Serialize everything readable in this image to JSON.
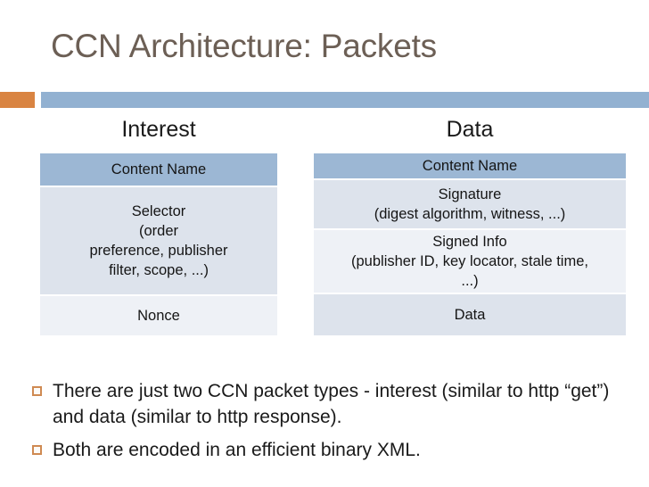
{
  "slide": {
    "title": "CCN Architecture: Packets",
    "accent_orange": "#d98442",
    "accent_blue": "#92b1d1",
    "title_color": "#6c5f55",
    "background": "#ffffff"
  },
  "columns": {
    "interest_caption": "Interest",
    "data_caption": "Data"
  },
  "interest_packet": {
    "caption": "Interest",
    "rows": [
      {
        "label": "Content Name",
        "tone": "header"
      },
      {
        "label": "Selector\n(order\npreference, publisher\nfilter, scope, ...)",
        "tone": "mid"
      },
      {
        "label": "Nonce",
        "tone": "light"
      }
    ]
  },
  "data_packet": {
    "caption": "Data",
    "rows": [
      {
        "label": "Content Name",
        "tone": "header"
      },
      {
        "label": "Signature\n(digest algorithm, witness, ...)",
        "tone": "mid"
      },
      {
        "label": "Signed Info\n(publisher ID, key locator, stale time,\n...)",
        "tone": "light"
      },
      {
        "label": "Data",
        "tone": "mid"
      }
    ]
  },
  "table_colors": {
    "header": "#9cb7d4",
    "mid": "#dde3ec",
    "light": "#eef1f6",
    "gap": "#ffffff"
  },
  "bullets": {
    "marker_color": "#cf8a52",
    "items": [
      "There are just two CCN packet types - interest (similar to http “get”) and data (similar to http response).",
      "Both are encoded in an efficient binary XML."
    ]
  }
}
